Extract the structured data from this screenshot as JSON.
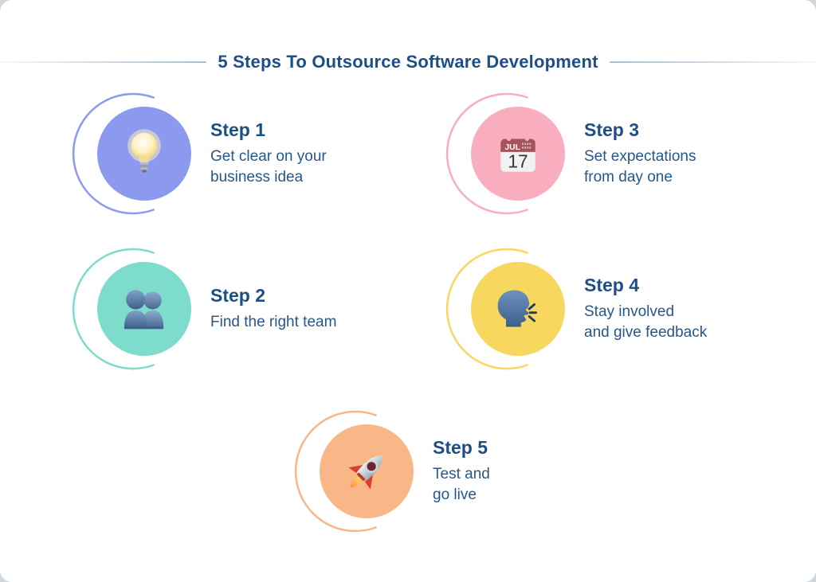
{
  "header": {
    "title": "5 Steps To Outsource Software Development",
    "title_color": "#1E4E86",
    "divider_color": "#AABDCF"
  },
  "colors": {
    "page_background": "#CFD6DC",
    "card_background": "#FFFFFF",
    "heading_text": "#1E4E86",
    "body_text": "#27568A"
  },
  "steps": [
    {
      "label": "Step 1",
      "description_lines": [
        "Get clear on your",
        "business idea"
      ],
      "icon": "lightbulb-icon",
      "circle_color": "#8B9AEF"
    },
    {
      "label": "Step 2",
      "description_lines": [
        "Find the right team"
      ],
      "icon": "team-icon",
      "circle_color": "#7EDCCD"
    },
    {
      "label": "Step 3",
      "description_lines": [
        "Set expectations",
        "from day one"
      ],
      "icon": "calendar-icon",
      "circle_color": "#F9AEBF",
      "calendar": {
        "month": "JUL",
        "day": "17"
      }
    },
    {
      "label": "Step 4",
      "description_lines": [
        "Stay involved",
        "and give feedback"
      ],
      "icon": "speaking-head-icon",
      "circle_color": "#F8D75F"
    },
    {
      "label": "Step 5",
      "description_lines": [
        "Test and",
        "go live"
      ],
      "icon": "rocket-icon",
      "circle_color": "#F9B687"
    }
  ]
}
